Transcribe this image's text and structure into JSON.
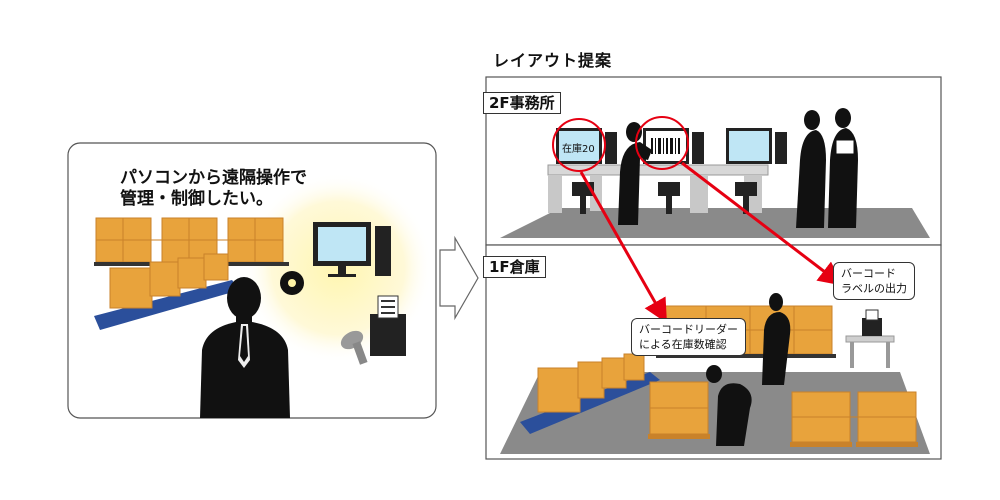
{
  "layout_title": "レイアウト提案",
  "wish_panel": {
    "line1": "パソコンから遠隔操作で",
    "line2": "管理・制御したい。"
  },
  "floor2": {
    "label": "2F事務所",
    "stock_screen": "在庫20"
  },
  "floor1": {
    "label": "1F倉庫"
  },
  "callouts": {
    "reader_line1": "バーコードリーダー",
    "reader_line2": "による在庫数確認",
    "label_line1": "バーコード",
    "label_line2": "ラベルの出力"
  },
  "colors": {
    "arrow": "#e60012",
    "box": "#e8a33c",
    "box_dark": "#c9822a",
    "conveyor": "#2b4f9b",
    "floor": "#8a8a8a",
    "glow": "#fff3a6"
  }
}
